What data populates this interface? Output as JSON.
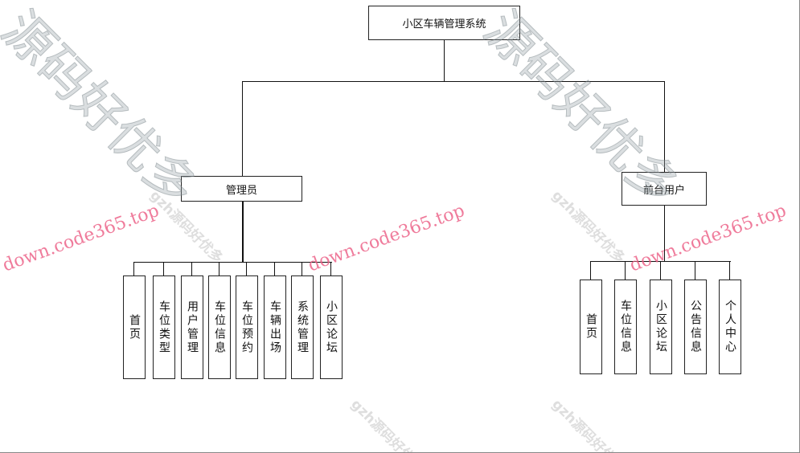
{
  "root": {
    "label": "小区车辆管理系统"
  },
  "admin": {
    "label": "管理员",
    "children": [
      "首页",
      "车位类型",
      "用户管理",
      "车位信息",
      "车位预约",
      "车辆出场",
      "系统管理",
      "小区论坛"
    ]
  },
  "user": {
    "label": "前台用户",
    "children": [
      "首页",
      "车位信息",
      "小区论坛",
      "公告信息",
      "个人中心"
    ]
  },
  "watermark": {
    "big": "源码好优多",
    "url": "down.code365.top",
    "small": "gzh源码好优多"
  },
  "colors": {
    "line": "#111111",
    "watermark_url": "#eb5a82"
  }
}
